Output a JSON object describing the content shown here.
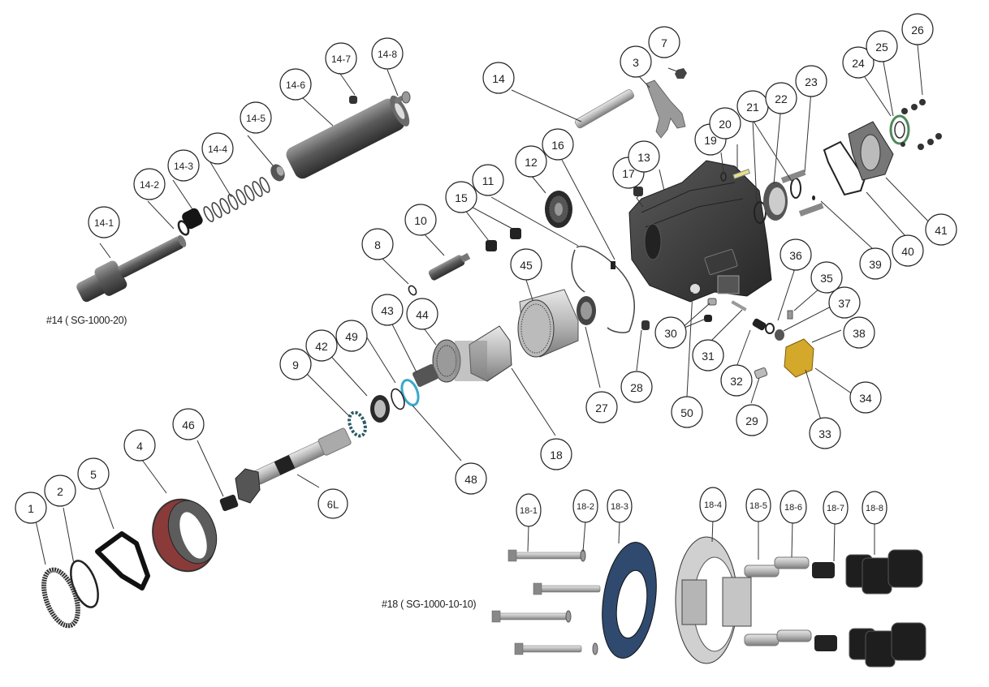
{
  "diagram": {
    "title": "Exploded parts diagram",
    "assembly_labels": [
      {
        "id": "a14",
        "text": "#14 ( SG-1000-20)"
      },
      {
        "id": "a18",
        "text": "#18 ( SG-1000-10-10)"
      }
    ],
    "colors": {
      "part_dark": "#3a3a3a",
      "part_mid": "#7a7a7a",
      "part_light": "#bdbdbd",
      "band_lining": "#8b3a3a",
      "plate_blue": "#2f4a6e",
      "seal_green": "#4f8a5a",
      "valve_block": "#d4a82a",
      "bolt_yellow": "#e6e08a",
      "bearing_teal": "#3aa9c9"
    },
    "callouts": [
      {
        "label": "14-1"
      },
      {
        "label": "14-2"
      },
      {
        "label": "14-3"
      },
      {
        "label": "14-4"
      },
      {
        "label": "14-5"
      },
      {
        "label": "14-6"
      },
      {
        "label": "14-7"
      },
      {
        "label": "14-8"
      },
      {
        "label": "14"
      },
      {
        "label": "3"
      },
      {
        "label": "7"
      },
      {
        "label": "16"
      },
      {
        "label": "12"
      },
      {
        "label": "11"
      },
      {
        "label": "15"
      },
      {
        "label": "10"
      },
      {
        "label": "8"
      },
      {
        "label": "17"
      },
      {
        "label": "13"
      },
      {
        "label": "19"
      },
      {
        "label": "20"
      },
      {
        "label": "21"
      },
      {
        "label": "22"
      },
      {
        "label": "23"
      },
      {
        "label": "24"
      },
      {
        "label": "25"
      },
      {
        "label": "26"
      },
      {
        "label": "41"
      },
      {
        "label": "40"
      },
      {
        "label": "39"
      },
      {
        "label": "36"
      },
      {
        "label": "35"
      },
      {
        "label": "37"
      },
      {
        "label": "38"
      },
      {
        "label": "34"
      },
      {
        "label": "33"
      },
      {
        "label": "29"
      },
      {
        "label": "32"
      },
      {
        "label": "31"
      },
      {
        "label": "30"
      },
      {
        "label": "50"
      },
      {
        "label": "28"
      },
      {
        "label": "27"
      },
      {
        "label": "45"
      },
      {
        "label": "18"
      },
      {
        "label": "44"
      },
      {
        "label": "43"
      },
      {
        "label": "49"
      },
      {
        "label": "42"
      },
      {
        "label": "9"
      },
      {
        "label": "48"
      },
      {
        "label": "46"
      },
      {
        "label": "4"
      },
      {
        "label": "5"
      },
      {
        "label": "2"
      },
      {
        "label": "1"
      },
      {
        "label": "6L"
      },
      {
        "label": "18-1"
      },
      {
        "label": "18-2"
      },
      {
        "label": "18-3"
      },
      {
        "label": "18-4"
      },
      {
        "label": "18-5"
      },
      {
        "label": "18-6"
      },
      {
        "label": "18-7"
      },
      {
        "label": "18-8"
      }
    ]
  }
}
